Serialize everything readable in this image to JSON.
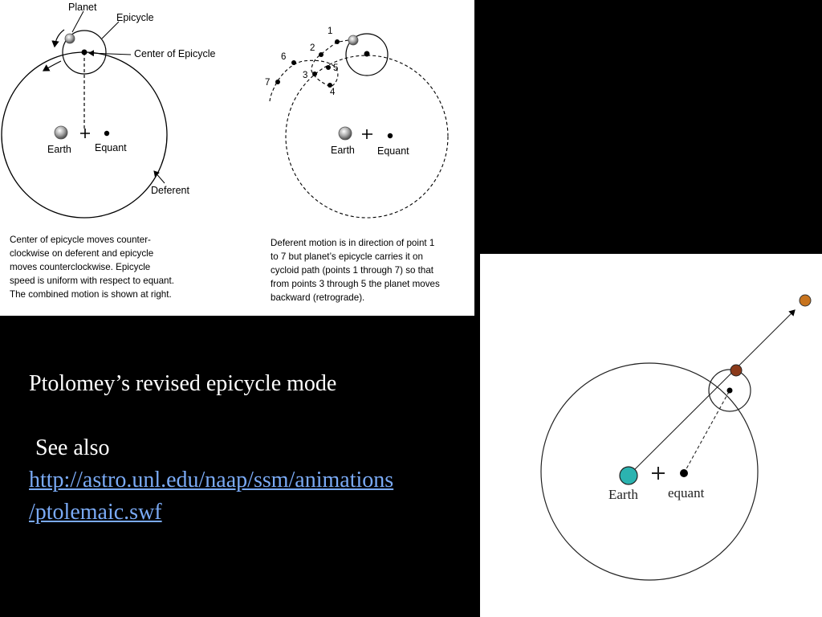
{
  "slide": {
    "title": "Ptolomey’s revised epicycle mode",
    "see_also": "See also",
    "link_line1": "http://astro.unl.edu/naap/ssm/animations",
    "link_line2": "/ptolemaic.swf"
  },
  "left_diagram": {
    "planet": "Planet",
    "epicycle": "Epicycle",
    "center_of_epicycle": "Center of Epicycle",
    "earth": "Earth",
    "equant": "Equant",
    "deferent": "Deferent",
    "caption": [
      "Center of epicycle moves counter-",
      "clockwise on deferent and epicycle",
      "moves counterclockwise. Epicycle",
      "speed is uniform with respect to equant.",
      "The combined motion is shown at right."
    ]
  },
  "right_diagram": {
    "earth": "Earth",
    "equant": "Equant",
    "points": [
      "1",
      "2",
      "3",
      "4",
      "5",
      "6",
      "7"
    ],
    "caption": [
      "Deferent motion is in direction of point  1",
      "to 7 but planet’s epicycle carries it on",
      "cycloid path (points  1 through 7) so that",
      "from points 3 through 5 the planet moves",
      "backward (retrograde)."
    ]
  },
  "equant_diagram": {
    "earth": "Earth",
    "equant": "equant"
  },
  "colors": {
    "background": "#000000",
    "link": "#7aaaf5",
    "earth_teal": "#2bb3b0",
    "planet_red": "#8b3a1a",
    "planet_orange": "#c8741e"
  }
}
